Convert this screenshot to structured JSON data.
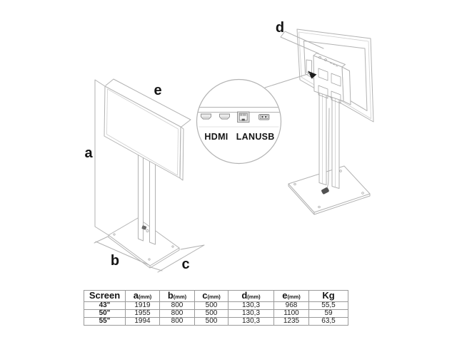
{
  "diagram": {
    "front_view": {
      "height_label": "a",
      "base_width_label": "b",
      "base_depth_label": "c",
      "screen_width_label": "e"
    },
    "rear_view": {
      "depth_label": "d"
    },
    "ports": {
      "hdmi_label": "HDMI",
      "lan_label": "LAN",
      "usb_label": "USB",
      "icons": [
        "hdmi-port-icon",
        "hdmi-port-icon",
        "lan-port-icon",
        "usb-port-icon"
      ]
    }
  },
  "spec_table": {
    "headers": [
      {
        "label": "Screen",
        "unit": ""
      },
      {
        "label": "a",
        "unit": "(mm)"
      },
      {
        "label": "b",
        "unit": "(mm)"
      },
      {
        "label": "c",
        "unit": "(mm)"
      },
      {
        "label": "d",
        "unit": "(mm)"
      },
      {
        "label": "e",
        "unit": "(mm)"
      },
      {
        "label": "Kg",
        "unit": ""
      }
    ],
    "rows": [
      [
        "43\"",
        "1919",
        "800",
        "500",
        "130,3",
        "968",
        "55,5"
      ],
      [
        "50\"",
        "1955",
        "800",
        "500",
        "130,3",
        "1100",
        "59"
      ],
      [
        "55\"",
        "1994",
        "800",
        "500",
        "130,3",
        "1235",
        "63,5"
      ]
    ]
  },
  "colors": {
    "drawing_line": "#b2b2b2",
    "drawing_line_light": "#cfcfcf",
    "text": "#141414",
    "table_border": "#9a9a9a",
    "background": "#ffffff"
  }
}
